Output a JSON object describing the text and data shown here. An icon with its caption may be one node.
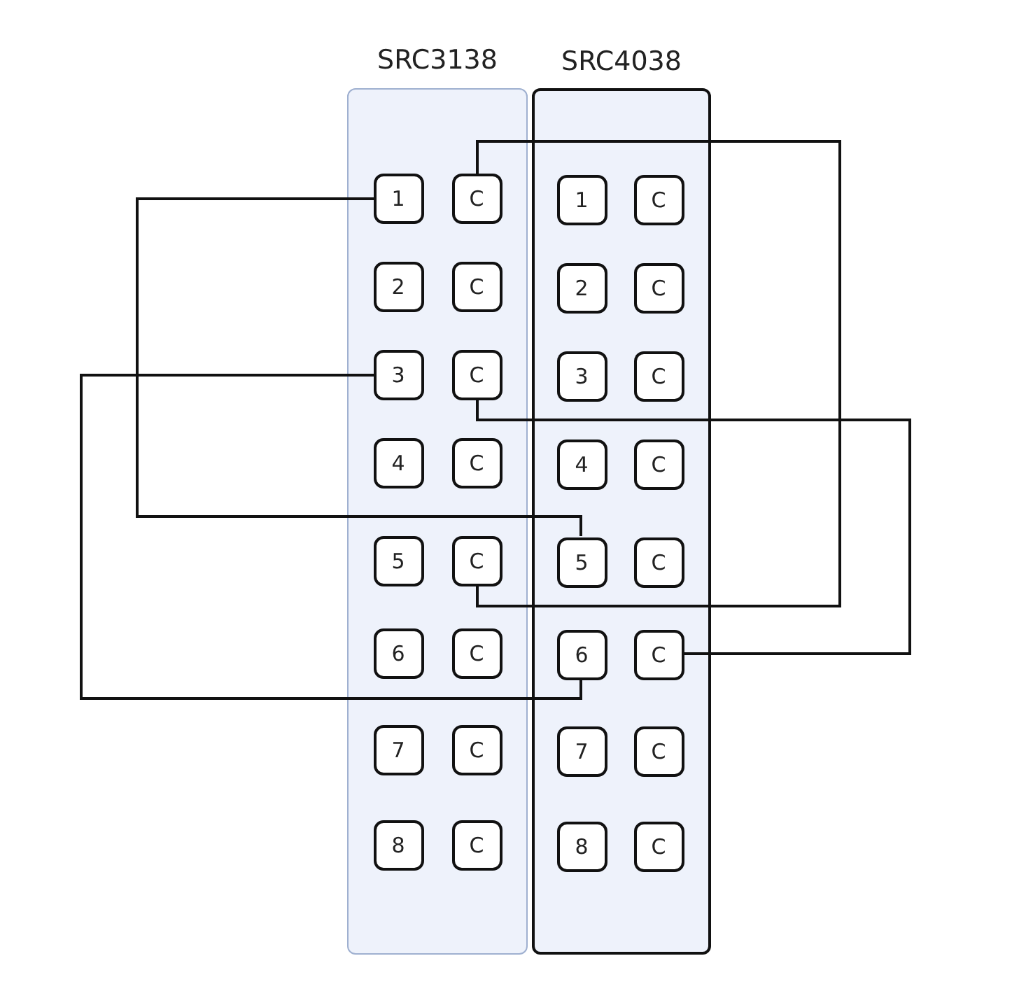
{
  "diagram": {
    "nodes": [
      {
        "text": [
          "SRC3138"
        ]
      },
      {
        "text": [
          "1"
        ],
        "in": 0
      },
      {
        "text": [
          "C"
        ],
        "in": 0
      },
      {
        "text": [
          "2"
        ],
        "in": 0
      },
      {
        "text": [
          "C"
        ],
        "in": 0
      },
      {
        "text": [
          "3"
        ],
        "in": 0
      },
      {
        "text": [
          "C"
        ],
        "in": 0
      },
      {
        "text": [
          "4"
        ],
        "in": 0
      },
      {
        "text": [
          "C"
        ],
        "in": 0
      },
      {
        "text": [
          "5"
        ],
        "in": 0
      },
      {
        "text": [
          "C"
        ],
        "in": 0
      },
      {
        "text": [
          "6"
        ],
        "in": 0
      },
      {
        "text": [
          "C"
        ],
        "in": 0
      },
      {
        "text": [
          "7"
        ],
        "in": 0
      },
      {
        "text": [
          "C"
        ],
        "in": 0
      },
      {
        "text": [
          "8"
        ],
        "in": 0
      },
      {
        "text": [
          "C"
        ],
        "in": 0
      },
      {
        "text": [
          "SRC4038"
        ]
      },
      {
        "text": [
          "1"
        ],
        "in": 17
      },
      {
        "text": [
          "C"
        ],
        "in": 17
      },
      {
        "text": [
          "2"
        ],
        "in": 17
      },
      {
        "text": [
          "C"
        ],
        "in": 17
      },
      {
        "text": [
          "3"
        ],
        "in": 17
      },
      {
        "text": [
          "C"
        ],
        "in": 17
      },
      {
        "text": [
          "4"
        ],
        "in": 17
      },
      {
        "text": [
          "C"
        ],
        "in": 17
      },
      {
        "text": [
          "5"
        ],
        "in": 17
      },
      {
        "text": [
          "C"
        ],
        "in": 17
      },
      {
        "text": [
          "6"
        ],
        "in": 17
      },
      {
        "text": [
          "C"
        ],
        "in": 17
      },
      {
        "text": [
          "7"
        ],
        "in": 17
      },
      {
        "text": [
          "C"
        ],
        "in": 17
      },
      {
        "text": [
          "8"
        ],
        "in": 17
      },
      {
        "text": [
          "C"
        ],
        "in": 17
      }
    ],
    "edges": [
      {
        "from": 1,
        "to": 26,
        "arrow": "none"
      },
      {
        "from": 5,
        "to": 28,
        "arrow": "none"
      },
      {
        "from": 2,
        "to": 10,
        "arrow": "none"
      },
      {
        "from": 6,
        "to": 29,
        "arrow": "none"
      }
    ]
  }
}
